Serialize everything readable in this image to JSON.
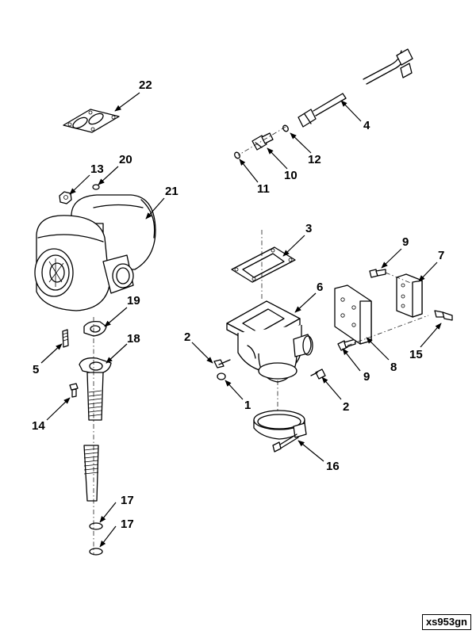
{
  "figure_id": "xs953gn",
  "callouts": {
    "c22": "22",
    "c4": "4",
    "c12": "12",
    "c10": "10",
    "c11": "11",
    "c13": "13",
    "c20": "20",
    "c21": "21",
    "c3": "3",
    "c9a": "9",
    "c7": "7",
    "c19": "19",
    "c6": "6",
    "c18": "18",
    "c2a": "2",
    "c5": "5",
    "c15": "15",
    "c8": "8",
    "c9b": "9",
    "c2b": "2",
    "c1": "1",
    "c14": "14",
    "c16": "16",
    "c17a": "17",
    "c17b": "17"
  }
}
